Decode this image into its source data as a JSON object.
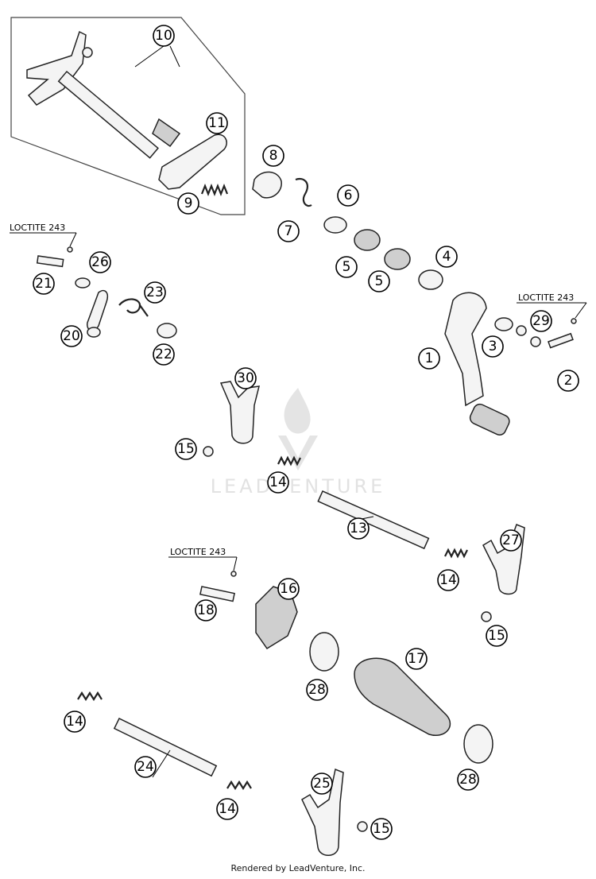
{
  "watermark": "LEADVENTURE",
  "footer": "Rendered by LeadVenture, Inc.",
  "loctite_labels": [
    "LOCTITE 243",
    "LOCTITE 243",
    "LOCTITE 243"
  ],
  "callouts": [
    "10",
    "11",
    "9",
    "8",
    "7",
    "6",
    "5",
    "5",
    "4",
    "1",
    "3",
    "29",
    "2",
    "21",
    "26",
    "20",
    "23",
    "22",
    "30",
    "15",
    "14",
    "13",
    "27",
    "14",
    "15",
    "18",
    "16",
    "28",
    "17",
    "14",
    "24",
    "28",
    "25",
    "14",
    "15"
  ]
}
